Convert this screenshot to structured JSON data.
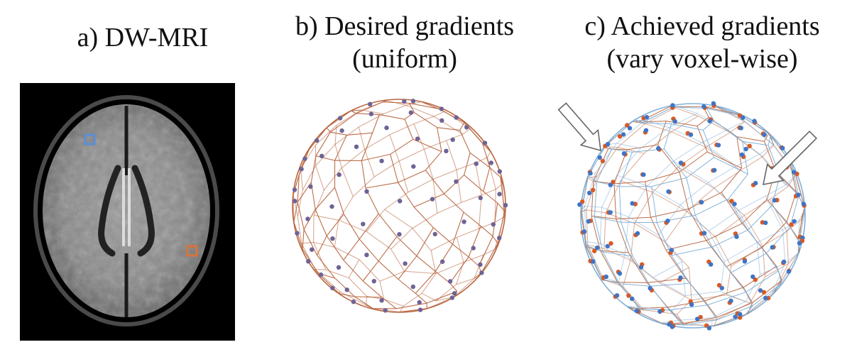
{
  "panels": {
    "a": {
      "title": "a) DW-MRI"
    },
    "b": {
      "title_line1": "b) Desired gradients",
      "title_line2": "(uniform)"
    },
    "c": {
      "title_line1": "c) Achieved gradients",
      "title_line2": "(vary voxel-wise)"
    }
  },
  "colors": {
    "background": "#ffffff",
    "mri_background": "#000000",
    "voxel_blue": "#5b8fd6",
    "voxel_orange": "#d8733a",
    "mesh_orange": "#b8653f",
    "mesh_blue": "#7fb0d8",
    "point_purple": "#6e6396",
    "point_blue": "#3f74c4",
    "point_orange": "#d85a24",
    "arrow_stroke": "#666666"
  },
  "icons": {
    "voxel_marker": "square-outline",
    "callout": "hollow-arrow"
  }
}
